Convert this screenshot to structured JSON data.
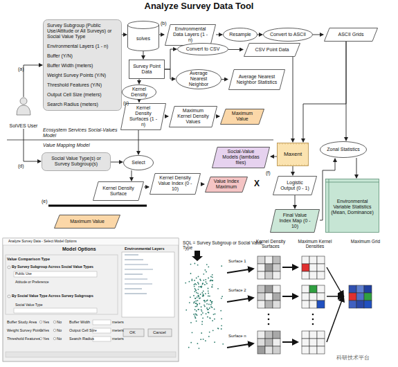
{
  "diagram": {
    "title": "Analyze Survey Data Tool",
    "nodes": [
      {
        "text": [
          "Survey Subgroup (Public Use/Attitude or All Surveys) or Social Value Type",
          "Environmental Layers (1 - n)",
          "Buffer (Y/N)",
          "Buffer Width (meters)",
          "Weight Survey Points (Y/N)",
          "Threshold Features (Y/N)",
          "Output Cell Size (meters)",
          "Search Radius (meters)"
        ]
      },
      {
        "text": [
          "solves"
        ]
      },
      {
        "text": [
          "Environmental Data Layers (1 - n)"
        ]
      },
      {
        "text": [
          "Resample"
        ]
      },
      {
        "text": [
          "Convert to ASCII"
        ]
      },
      {
        "text": [
          "ASCII Grids"
        ]
      },
      {
        "text": [
          "Survey Point Data"
        ]
      },
      {
        "text": [
          "Convert to CSV"
        ]
      },
      {
        "text": [
          "CSV Point Data"
        ]
      },
      {
        "text": [
          "Average Nearest Neighbor"
        ]
      },
      {
        "text": [
          "Average Nearest Neighbor Statistics"
        ]
      },
      {
        "text": [
          "Kernel Density"
        ]
      },
      {
        "text": [
          "Kernel Density Surfaces (1 - n)"
        ]
      },
      {
        "text": [
          "Maximum Kernel Density Values"
        ]
      },
      {
        "text": [
          "Maximum Value"
        ]
      },
      {
        "text": [
          "SolVES User"
        ]
      },
      {
        "text": [
          "Maxent"
        ]
      },
      {
        "text": [
          "Social-Value Models (lambdas files)"
        ]
      },
      {
        "text": [
          "Zonal Statistics"
        ]
      },
      {
        "text": [
          "Social Value Type(s) or Survey Subgroup(s)"
        ]
      },
      {
        "text": [
          "Select"
        ]
      },
      {
        "text": [
          "Kernel Density Value Index (0 - 10)"
        ]
      },
      {
        "text": [
          "Value Index Maximum"
        ]
      },
      {
        "text": [
          "Kernel Density Surface"
        ]
      },
      {
        "text": [
          "Logistic Output (0 - 1)"
        ]
      },
      {
        "text": [
          "Environmental Variable Statistics (Mean, Dominance)"
        ]
      },
      {
        "text": [
          "Maximum Value"
        ]
      },
      {
        "text": [
          "Final Value Index Map (0 - 10)"
        ]
      }
    ],
    "edges": [
      {
        "from": 15,
        "to": 0,
        "arrow": "to"
      },
      {
        "from": 15,
        "to": 19,
        "arrow": "to"
      },
      {
        "from": 0,
        "to": 1,
        "arrow": "to"
      },
      {
        "from": 1,
        "to": 2,
        "arrow": "to"
      },
      {
        "from": 2,
        "to": 3,
        "arrow": "to"
      },
      {
        "from": 3,
        "to": 4,
        "arrow": "to"
      },
      {
        "from": 4,
        "to": 5,
        "arrow": "to"
      },
      {
        "from": 1,
        "to": 6,
        "arrow": "to"
      },
      {
        "from": 6,
        "to": 7,
        "arrow": "to"
      },
      {
        "from": 7,
        "to": 8,
        "arrow": "to"
      },
      {
        "from": 6,
        "to": 9,
        "arrow": "to"
      },
      {
        "from": 9,
        "to": 10,
        "arrow": "to"
      },
      {
        "from": 6,
        "to": 11,
        "arrow": "to"
      },
      {
        "from": 11,
        "to": 12,
        "arrow": "to"
      },
      {
        "from": 12,
        "to": 13,
        "arrow": "to"
      },
      {
        "from": 13,
        "to": 14,
        "arrow": "to"
      },
      {
        "from": 12,
        "to": 20,
        "arrow": "to"
      },
      {
        "from": 19,
        "to": 20,
        "arrow": "to"
      },
      {
        "from": 20,
        "to": 23,
        "arrow": "to"
      },
      {
        "from": 23,
        "to": 21,
        "arrow": "to"
      },
      {
        "from": 21,
        "to": 22,
        "arrow": "to"
      },
      {
        "from": 8,
        "to": 16,
        "arrow": "to"
      },
      {
        "from": 5,
        "to": 16,
        "arrow": "to"
      },
      {
        "from": 5,
        "to": 18,
        "arrow": "to"
      },
      {
        "from": 16,
        "to": 17,
        "arrow": "to"
      },
      {
        "from": 16,
        "to": 24,
        "arrow": "to"
      },
      {
        "from": 24,
        "to": 27,
        "arrow": "to"
      },
      {
        "from": 27,
        "to": 18,
        "arrow": "to"
      },
      {
        "from": 18,
        "to": 25,
        "arrow": "to"
      }
    ],
    "labels": [
      "(a)",
      "(b)",
      "(c)",
      "Ecosystem Services Social-Values Model",
      "Value Mapping Model",
      "(d)",
      "(e)",
      "X",
      "(f)",
      "Analyze Survey Data - Select Model Options",
      "Model Options",
      "Environmental Layers",
      "Value Comparison Type",
      "By Survey Subgroup Across Social Value Types",
      "Public Use",
      "Attitude or Preference",
      "By Social Value Type Across Survey Subgroups",
      "Social Value Type",
      "Buffer Study Area",
      "Yes",
      "No",
      "Buffer Width",
      "meters",
      "Weight Survey Points",
      "Yes",
      "No",
      "Output Cell Size",
      "meters",
      "Threshold Features",
      "Yes",
      "No",
      "Search Radius",
      "meters",
      "OK",
      "Cancel",
      "SQL = Survey Subgroup or Social Value Type",
      "Kernel Density Surfaces",
      "Maximum Kernel Densities",
      "Maximum Grid",
      "Surface 1",
      "Surface 2",
      "Surface n",
      "科研技术平台"
    ]
  }
}
